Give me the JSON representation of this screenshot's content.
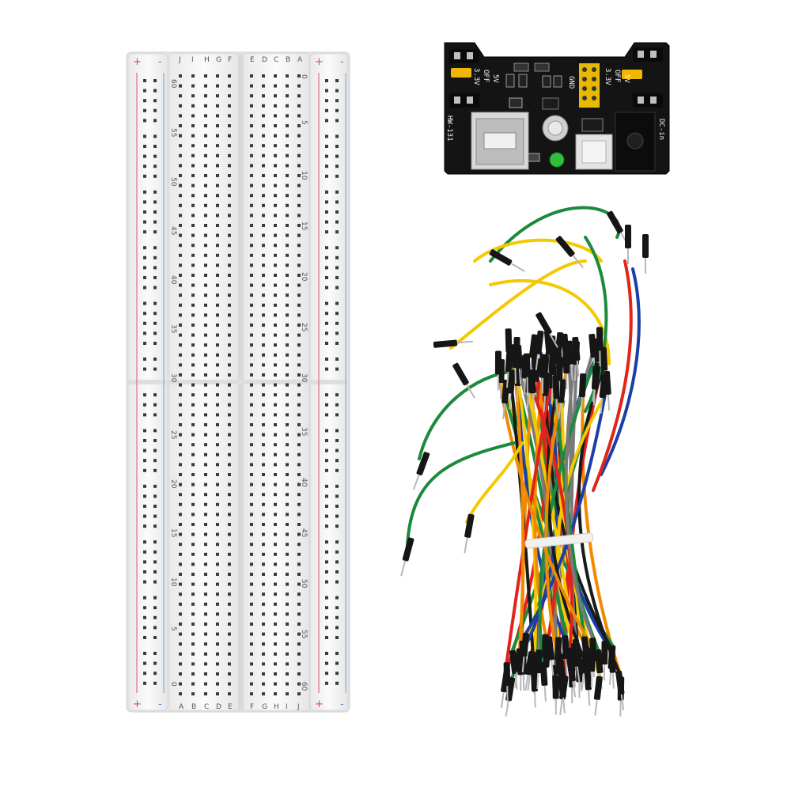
{
  "breadboard": {
    "column_letters_top_left": [
      "J",
      "I",
      "H",
      "G",
      "F"
    ],
    "column_letters_top_right": [
      "E",
      "D",
      "C",
      "B",
      "A"
    ],
    "column_letters_bottom_left": [
      "A",
      "B",
      "C",
      "D",
      "E"
    ],
    "column_letters_bottom_right": [
      "F",
      "G",
      "H",
      "I",
      "J"
    ],
    "row_numbers_left": [
      "60",
      "55",
      "50",
      "45",
      "40",
      "35",
      "30",
      "25",
      "20",
      "15",
      "10",
      "5",
      "0"
    ],
    "row_numbers_right": [
      "0",
      "5",
      "10",
      "15",
      "20",
      "25",
      "30",
      "35",
      "40",
      "45",
      "50",
      "55",
      "60"
    ],
    "rail_plus": "+",
    "rail_minus": "-"
  },
  "power_module": {
    "model": "HW-131",
    "gnd_label": "GND",
    "left_jumper_labels": [
      "3.3V",
      "OFF",
      "5V"
    ],
    "right_jumper_labels": [
      "3.3V",
      "OFF",
      "5V"
    ],
    "dc_in_label": "DC-in",
    "colors": {
      "pcb": "#111111",
      "jumper": "#f2b705",
      "led": "#2fbf3a"
    }
  },
  "jumper_wires": {
    "colors": [
      "#e2231a",
      "#f08a00",
      "#f4c900",
      "#1c8a3c",
      "#1b3fa6",
      "#7a7a7a",
      "#1a1a1a"
    ],
    "tie_color": "#f0f0f0"
  }
}
